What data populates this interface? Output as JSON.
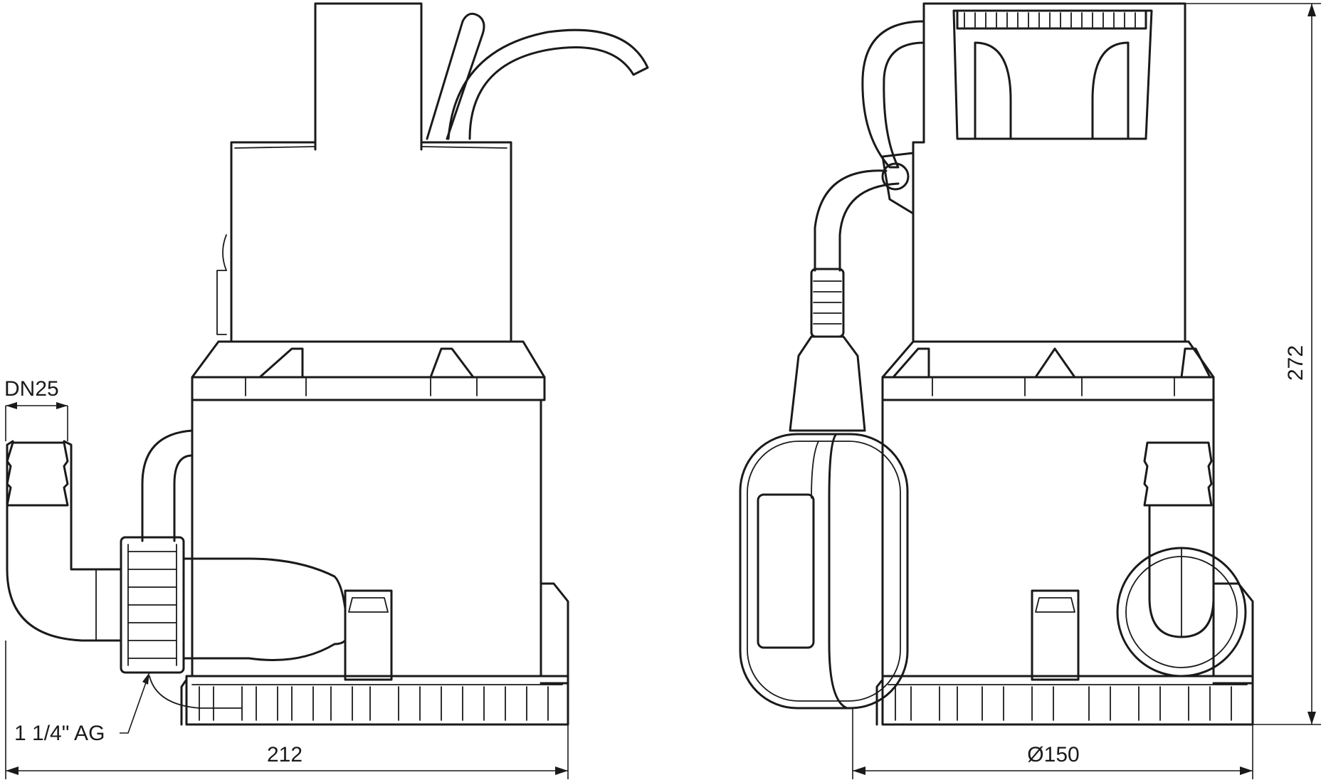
{
  "labels": {
    "inlet_size": "DN25",
    "thread": "1 1/4\" AG",
    "width": "212",
    "diameter": "Ø150",
    "height": "272"
  },
  "colors": {
    "line": "#1a1a1a",
    "background": "#ffffff"
  }
}
